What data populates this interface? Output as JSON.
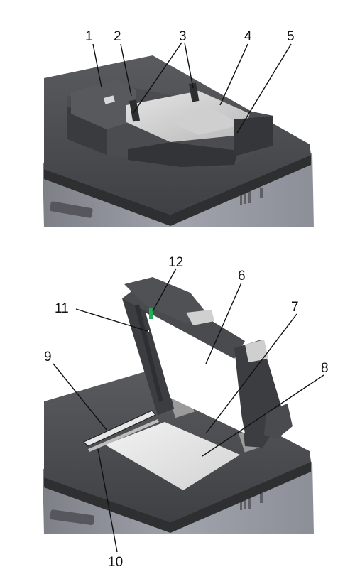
{
  "figure": {
    "top_panel": {
      "callouts": [
        {
          "id": "1",
          "label": "1"
        },
        {
          "id": "2",
          "label": "2"
        },
        {
          "id": "3",
          "label": "3"
        },
        {
          "id": "4",
          "label": "4"
        },
        {
          "id": "5",
          "label": "5"
        }
      ]
    },
    "bottom_panel": {
      "callouts": [
        {
          "id": "6",
          "label": "6"
        },
        {
          "id": "7",
          "label": "7"
        },
        {
          "id": "8",
          "label": "8"
        },
        {
          "id": "9",
          "label": "9"
        },
        {
          "id": "10",
          "label": "10"
        },
        {
          "id": "11",
          "label": "11"
        },
        {
          "id": "12",
          "label": "12"
        }
      ]
    }
  }
}
